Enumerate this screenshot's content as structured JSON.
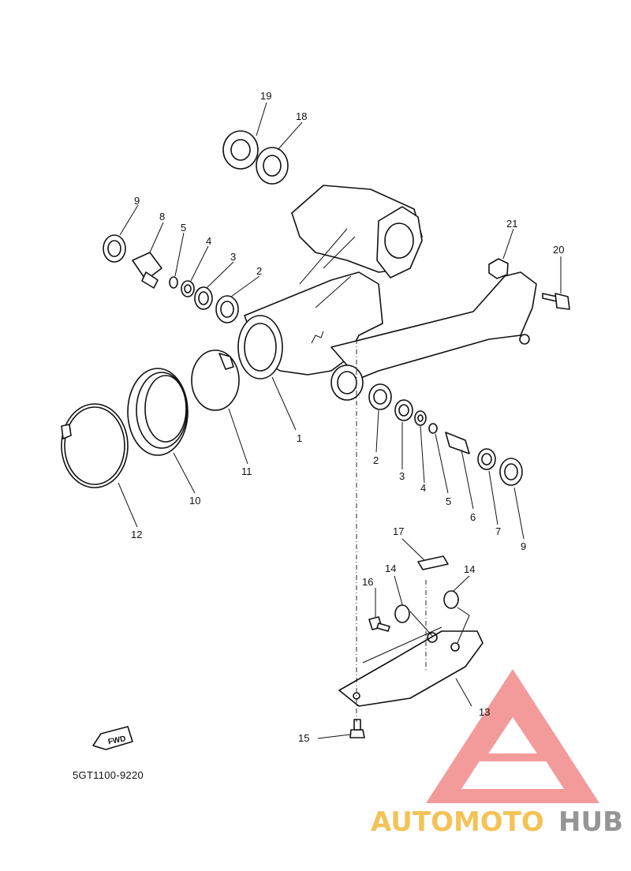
{
  "diagram": {
    "part_code": "5GT1100-9220",
    "fwd_label": "FWD",
    "callouts": {
      "c1": "1",
      "c2a": "2",
      "c2b": "2",
      "c3a": "3",
      "c3b": "3",
      "c4a": "4",
      "c4b": "4",
      "c5a": "5",
      "c5b": "5",
      "c6": "6",
      "c7": "7",
      "c8": "8",
      "c9a": "9",
      "c9b": "9",
      "c10": "10",
      "c11": "11",
      "c12": "12",
      "c13": "13",
      "c14a": "14",
      "c14b": "14",
      "c15": "15",
      "c16": "16",
      "c17": "17",
      "c18": "18",
      "c19": "19",
      "c20": "20",
      "c21": "21"
    }
  },
  "watermark": {
    "part1": "AUTOMOTO",
    "part2": "HUB",
    "color_primary": "#f07f7f",
    "color_secondary": "#f2b93b",
    "color_tertiary": "#8a8a8a"
  }
}
